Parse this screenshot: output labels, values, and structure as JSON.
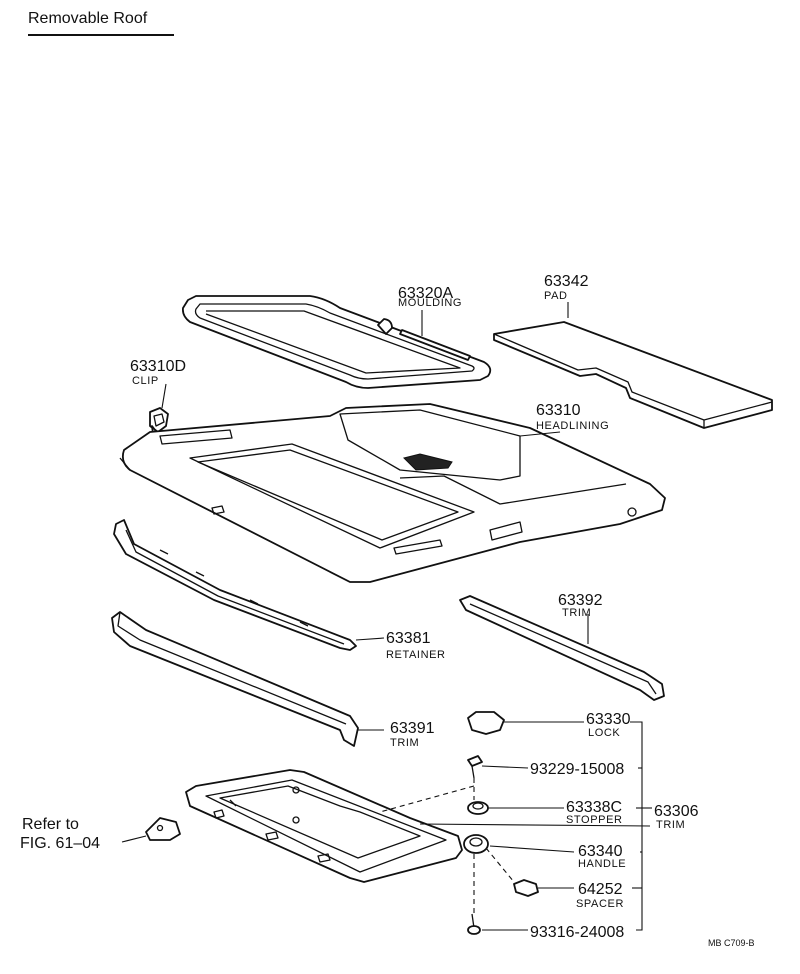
{
  "header": {
    "title": "Removable Roof"
  },
  "parts": {
    "p63320a": {
      "number": "63320A",
      "name": "MOULDING"
    },
    "p63342": {
      "number": "63342",
      "name": "PAD"
    },
    "p63310d": {
      "number": "63310D",
      "name": "CLIP"
    },
    "p63310": {
      "number": "63310",
      "name": "HEADLINING"
    },
    "p63392": {
      "number": "63392",
      "name": "TRIM"
    },
    "p63381": {
      "number": "63381",
      "name": "RETAINER"
    },
    "p63391": {
      "number": "63391",
      "name": "TRIM"
    },
    "p63330": {
      "number": "63330",
      "name": "LOCK"
    },
    "p93229": {
      "number": "93229-15008"
    },
    "p63338c": {
      "number": "63338C",
      "name": "STOPPER"
    },
    "p63306": {
      "number": "63306",
      "name": "TRIM"
    },
    "p63340": {
      "number": "63340",
      "name": "HANDLE"
    },
    "p64252": {
      "number": "64252",
      "name": "SPACER"
    },
    "p93316": {
      "number": "93316-24008"
    }
  },
  "reference": {
    "line1": "Refer to",
    "line2": "FIG. 61–04"
  },
  "drawing_code": "MB C709-B"
}
